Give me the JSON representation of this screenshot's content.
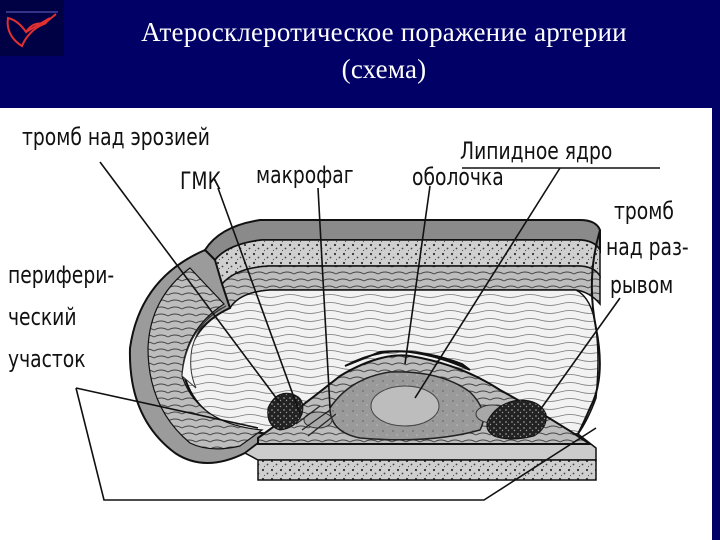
{
  "slide": {
    "title_line1": "Атеросклеротическое поражение артерии",
    "title_line2": "(схема)"
  },
  "labels": {
    "thrombus_erosion": "тромб над эрозией",
    "lipid_core": "Липидное ядро",
    "smc": "ГМК",
    "macrophage": "макрофаг",
    "cap": "оболочка",
    "thrombus_rupture_1": "тромб",
    "thrombus_rupture_2": "над раз-",
    "thrombus_rupture_3": "рывом",
    "shoulder_1": "перифери-",
    "shoulder_2": "ческий",
    "shoulder_3": "участок"
  },
  "colors": {
    "slide_background": "#000066",
    "title_text": "#ffffff",
    "panel_background": "#ffffff"
  }
}
